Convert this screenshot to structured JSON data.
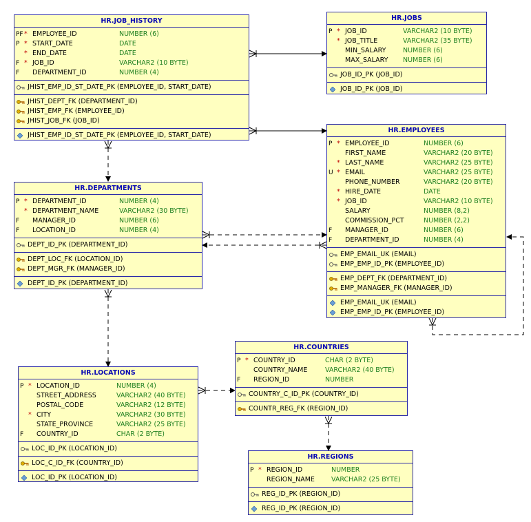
{
  "tables": {
    "job_history": {
      "title": "HR.JOB_HISTORY",
      "columns": [
        {
          "key": "PF",
          "req": "*",
          "name": "EMPLOYEE_ID",
          "type": "NUMBER (6)"
        },
        {
          "key": "P",
          "req": "*",
          "name": "START_DATE",
          "type": "DATE"
        },
        {
          "key": "",
          "req": "*",
          "name": "END_DATE",
          "type": "DATE"
        },
        {
          "key": "F",
          "req": "*",
          "name": "JOB_ID",
          "type": "VARCHAR2 (10 BYTE)"
        },
        {
          "key": "F",
          "req": "",
          "name": "DEPARTMENT_ID",
          "type": "NUMBER (4)"
        }
      ],
      "pk": [
        "JHIST_EMP_ID_ST_DATE_PK (EMPLOYEE_ID, START_DATE)"
      ],
      "fks": [
        "JHIST_DEPT_FK (DEPARTMENT_ID)",
        "JHIST_EMP_FK (EMPLOYEE_ID)",
        "JHIST_JOB_FK (JOB_ID)"
      ],
      "indexes": [
        "JHIST_EMP_ID_ST_DATE_PK (EMPLOYEE_ID, START_DATE)"
      ]
    },
    "jobs": {
      "title": "HR.JOBS",
      "columns": [
        {
          "key": "P",
          "req": "*",
          "name": "JOB_ID",
          "type": "VARCHAR2 (10 BYTE)"
        },
        {
          "key": "",
          "req": "*",
          "name": "JOB_TITLE",
          "type": "VARCHAR2 (35 BYTE)"
        },
        {
          "key": "",
          "req": "",
          "name": "MIN_SALARY",
          "type": "NUMBER (6)"
        },
        {
          "key": "",
          "req": "",
          "name": "MAX_SALARY",
          "type": "NUMBER (6)"
        }
      ],
      "pk": [
        "JOB_ID_PK (JOB_ID)"
      ],
      "fks": [],
      "indexes": [
        "JOB_ID_PK (JOB_ID)"
      ]
    },
    "employees": {
      "title": "HR.EMPLOYEES",
      "columns": [
        {
          "key": "P",
          "req": "*",
          "name": "EMPLOYEE_ID",
          "type": "NUMBER (6)"
        },
        {
          "key": "",
          "req": "",
          "name": "FIRST_NAME",
          "type": "VARCHAR2 (20 BYTE)"
        },
        {
          "key": "",
          "req": "*",
          "name": "LAST_NAME",
          "type": "VARCHAR2 (25 BYTE)"
        },
        {
          "key": "U",
          "req": "*",
          "name": "EMAIL",
          "type": "VARCHAR2 (25 BYTE)"
        },
        {
          "key": "",
          "req": "",
          "name": "PHONE_NUMBER",
          "type": "VARCHAR2 (20 BYTE)"
        },
        {
          "key": "",
          "req": "*",
          "name": "HIRE_DATE",
          "type": "DATE"
        },
        {
          "key": "",
          "req": "*",
          "name": "JOB_ID",
          "type": "VARCHAR2 (10 BYTE)"
        },
        {
          "key": "",
          "req": "",
          "name": "SALARY",
          "type": "NUMBER (8,2)"
        },
        {
          "key": "",
          "req": "",
          "name": "COMMISSION_PCT",
          "type": "NUMBER (2,2)"
        },
        {
          "key": "F",
          "req": "",
          "name": "MANAGER_ID",
          "type": "NUMBER (6)"
        },
        {
          "key": "F",
          "req": "",
          "name": "DEPARTMENT_ID",
          "type": "NUMBER (4)"
        }
      ],
      "pk": [
        "EMP_EMAIL_UK (EMAIL)",
        "EMP_EMP_ID_PK (EMPLOYEE_ID)"
      ],
      "fks": [
        "EMP_DEPT_FK (DEPARTMENT_ID)",
        "EMP_MANAGER_FK (MANAGER_ID)"
      ],
      "indexes": [
        "EMP_EMAIL_UK (EMAIL)",
        "EMP_EMP_ID_PK (EMPLOYEE_ID)"
      ]
    },
    "departments": {
      "title": "HR.DEPARTMENTS",
      "columns": [
        {
          "key": "P",
          "req": "*",
          "name": "DEPARTMENT_ID",
          "type": "NUMBER (4)"
        },
        {
          "key": "",
          "req": "*",
          "name": "DEPARTMENT_NAME",
          "type": "VARCHAR2 (30 BYTE)"
        },
        {
          "key": "F",
          "req": "",
          "name": "MANAGER_ID",
          "type": "NUMBER (6)"
        },
        {
          "key": "F",
          "req": "",
          "name": "LOCATION_ID",
          "type": "NUMBER (4)"
        }
      ],
      "pk": [
        "DEPT_ID_PK (DEPARTMENT_ID)"
      ],
      "fks": [
        "DEPT_LOC_FK (LOCATION_ID)",
        "DEPT_MGR_FK (MANAGER_ID)"
      ],
      "indexes": [
        "DEPT_ID_PK (DEPARTMENT_ID)"
      ]
    },
    "locations": {
      "title": "HR.LOCATIONS",
      "columns": [
        {
          "key": "P",
          "req": "*",
          "name": "LOCATION_ID",
          "type": "NUMBER (4)"
        },
        {
          "key": "",
          "req": "",
          "name": "STREET_ADDRESS",
          "type": "VARCHAR2 (40 BYTE)"
        },
        {
          "key": "",
          "req": "",
          "name": "POSTAL_CODE",
          "type": "VARCHAR2 (12 BYTE)"
        },
        {
          "key": "",
          "req": "*",
          "name": "CITY",
          "type": "VARCHAR2 (30 BYTE)"
        },
        {
          "key": "",
          "req": "",
          "name": "STATE_PROVINCE",
          "type": "VARCHAR2 (25 BYTE)"
        },
        {
          "key": "F",
          "req": "",
          "name": "COUNTRY_ID",
          "type": "CHAR (2 BYTE)"
        }
      ],
      "pk": [
        "LOC_ID_PK (LOCATION_ID)"
      ],
      "fks": [
        "LOC_C_ID_FK (COUNTRY_ID)"
      ],
      "indexes": [
        "LOC_ID_PK (LOCATION_ID)"
      ]
    },
    "countries": {
      "title": "HR.COUNTRIES",
      "columns": [
        {
          "key": "P",
          "req": "*",
          "name": "COUNTRY_ID",
          "type": "CHAR (2 BYTE)"
        },
        {
          "key": "",
          "req": "",
          "name": "COUNTRY_NAME",
          "type": "VARCHAR2 (40 BYTE)"
        },
        {
          "key": "F",
          "req": "",
          "name": "REGION_ID",
          "type": "NUMBER"
        }
      ],
      "pk": [
        "COUNTRY_C_ID_PK (COUNTRY_ID)"
      ],
      "fks": [
        "COUNTR_REG_FK (REGION_ID)"
      ],
      "indexes": []
    },
    "regions": {
      "title": "HR.REGIONS",
      "columns": [
        {
          "key": "P",
          "req": "*",
          "name": "REGION_ID",
          "type": "NUMBER"
        },
        {
          "key": "",
          "req": "",
          "name": "REGION_NAME",
          "type": "VARCHAR2 (25 BYTE)"
        }
      ],
      "pk": [
        "REG_ID_PK (REGION_ID)"
      ],
      "fks": [],
      "indexes": [
        "REG_ID_PK (REGION_ID)"
      ]
    }
  },
  "colors": {
    "table_fill": "#ffffc0",
    "table_border": "#2a2aa8",
    "title_text": "#0a0ab4",
    "type_text": "#208020",
    "required_marker": "#c00000"
  }
}
